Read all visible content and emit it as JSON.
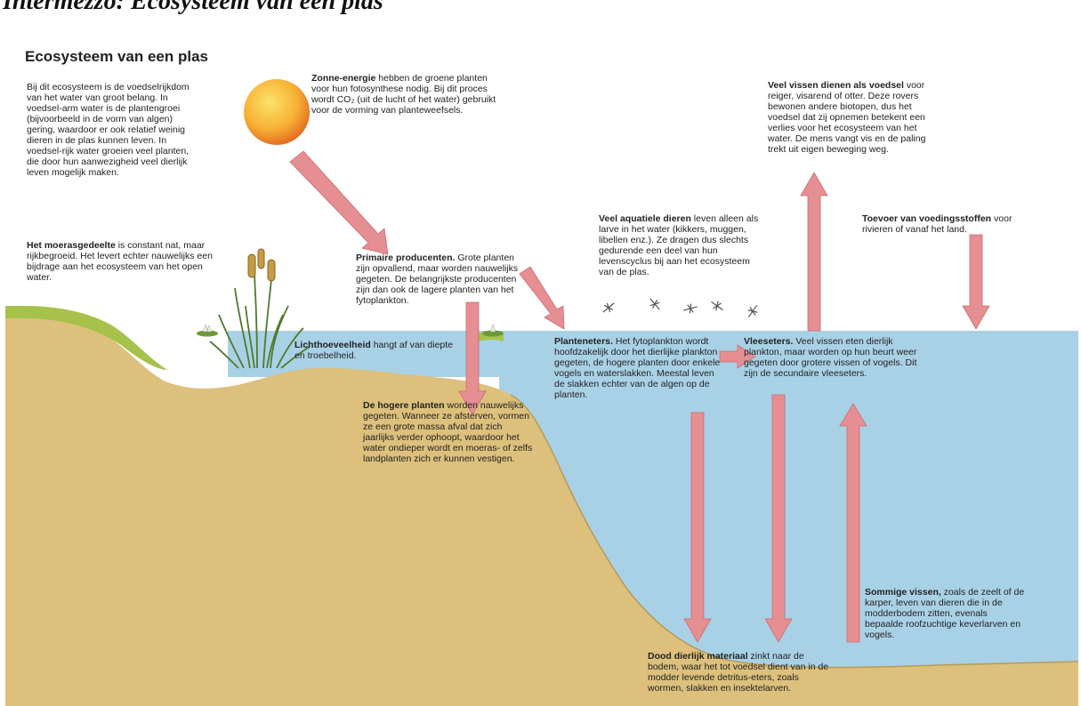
{
  "header": {
    "text": "Intermezzo: Ecosysteem van een plas"
  },
  "diagram": {
    "title": "Ecosysteem van een plas",
    "colors": {
      "water": "#a9d1e6",
      "soil": "#dcc07c",
      "grass": "#a7c24a",
      "arrow": "#e58f93",
      "sun": "#f29a2a"
    },
    "icons": [
      "sun-icon",
      "cattail-plant-icon",
      "dragonfly-icon",
      "water-lily-icon"
    ],
    "intro": {
      "text": "Bij dit ecosysteem is de voedselrijkdom van het water van groot belang. In voedsel-arm water is de plantengroei (bijvoorbeeld in de vorm van algen) gering, waardoor er ook relatief weinig dieren in de plas kunnen leven. In voedsel-rijk water groeien veel planten, die door hun aanwezigheid veel dierlijk leven mogelijk maken."
    },
    "marsh": {
      "heading": "Het moerasgedeelte",
      "text": " is constant nat, maar rijkbegroeid. Het levert echter nauwelijks een bijdrage aan het ecosysteem van het open water."
    },
    "sun_energy": {
      "heading": "Zonne-energie",
      "text": " hebben de groene planten voor hun fotosynthese nodig. Bij dit proces wordt CO₂ (uit de lucht of het water) gebruikt voor de vorming van planteweefsels."
    },
    "primary": {
      "heading": "Primaire producenten.",
      "text": " Grote planten zijn opvallend, maar worden nauwelijks gegeten. De belangrijkste producenten zijn dan ook de lagere planten van het fytoplankton."
    },
    "light": {
      "heading": "Lichthoeveelheid",
      "text": " hangt af van diepte en troebelheid."
    },
    "higher_plants": {
      "heading": "De hogere planten",
      "text": " worden nauwelijks gegeten. Wanneer ze afsterven, vormen ze een grote massa afval dat zich jaarlijks verder ophoopt, waardoor het water ondieper wordt en moeras- of zelfs landplanten zich er kunnen vestigen."
    },
    "aquatic": {
      "heading": "Veel aquatiele dieren",
      "text": " leven alleen als larve in het water (kikkers, muggen, libellen enz.). Ze dragen dus slechts gedurende een deel van hun levenscyclus bij aan het ecosysteem van de plas."
    },
    "herbivores": {
      "heading": "Planteneters.",
      "text": " Het fytoplankton wordt hoofdzakelijk door het dierlijke plankton gegeten, de hogere planten door enkele vogels en waterslakken. Meestal leven de slakken echter van de algen op de planten."
    },
    "fish_food": {
      "heading": "Veel vissen dienen als voedsel",
      "text": " voor reiger, visarend of otter. Deze rovers bewonen andere biotopen, dus het voedsel dat zij opnemen betekent een verlies voor het ecosysteem van het water. De mens vangt vis en de paling trekt uit eigen beweging weg."
    },
    "nutrients": {
      "heading": "Toevoer van voedingsstoffen",
      "text": " voor rivieren of vanaf het land."
    },
    "carnivores": {
      "heading": "Vleeseters.",
      "text": " Veel vissen eten dierlijk plankton, maar worden op hun beurt weer gegeten door grotere vissen of vogels. Dit zijn de secundaire vleeseters."
    },
    "bottom_fish": {
      "heading": "Sommige vissen,",
      "text": " zoals de zeelt of de karper, leven van dieren die in de modderbodem zitten, evenals bepaalde roofzuchtige keverlarven en vogels."
    },
    "dead_matter": {
      "heading": "Dood dierlijk materiaal",
      "text": " zinkt naar de bodem, waar het tot voedsel dient van in de modder levende detritus-eters, zoals wormen, slakken en insektelarven."
    }
  }
}
